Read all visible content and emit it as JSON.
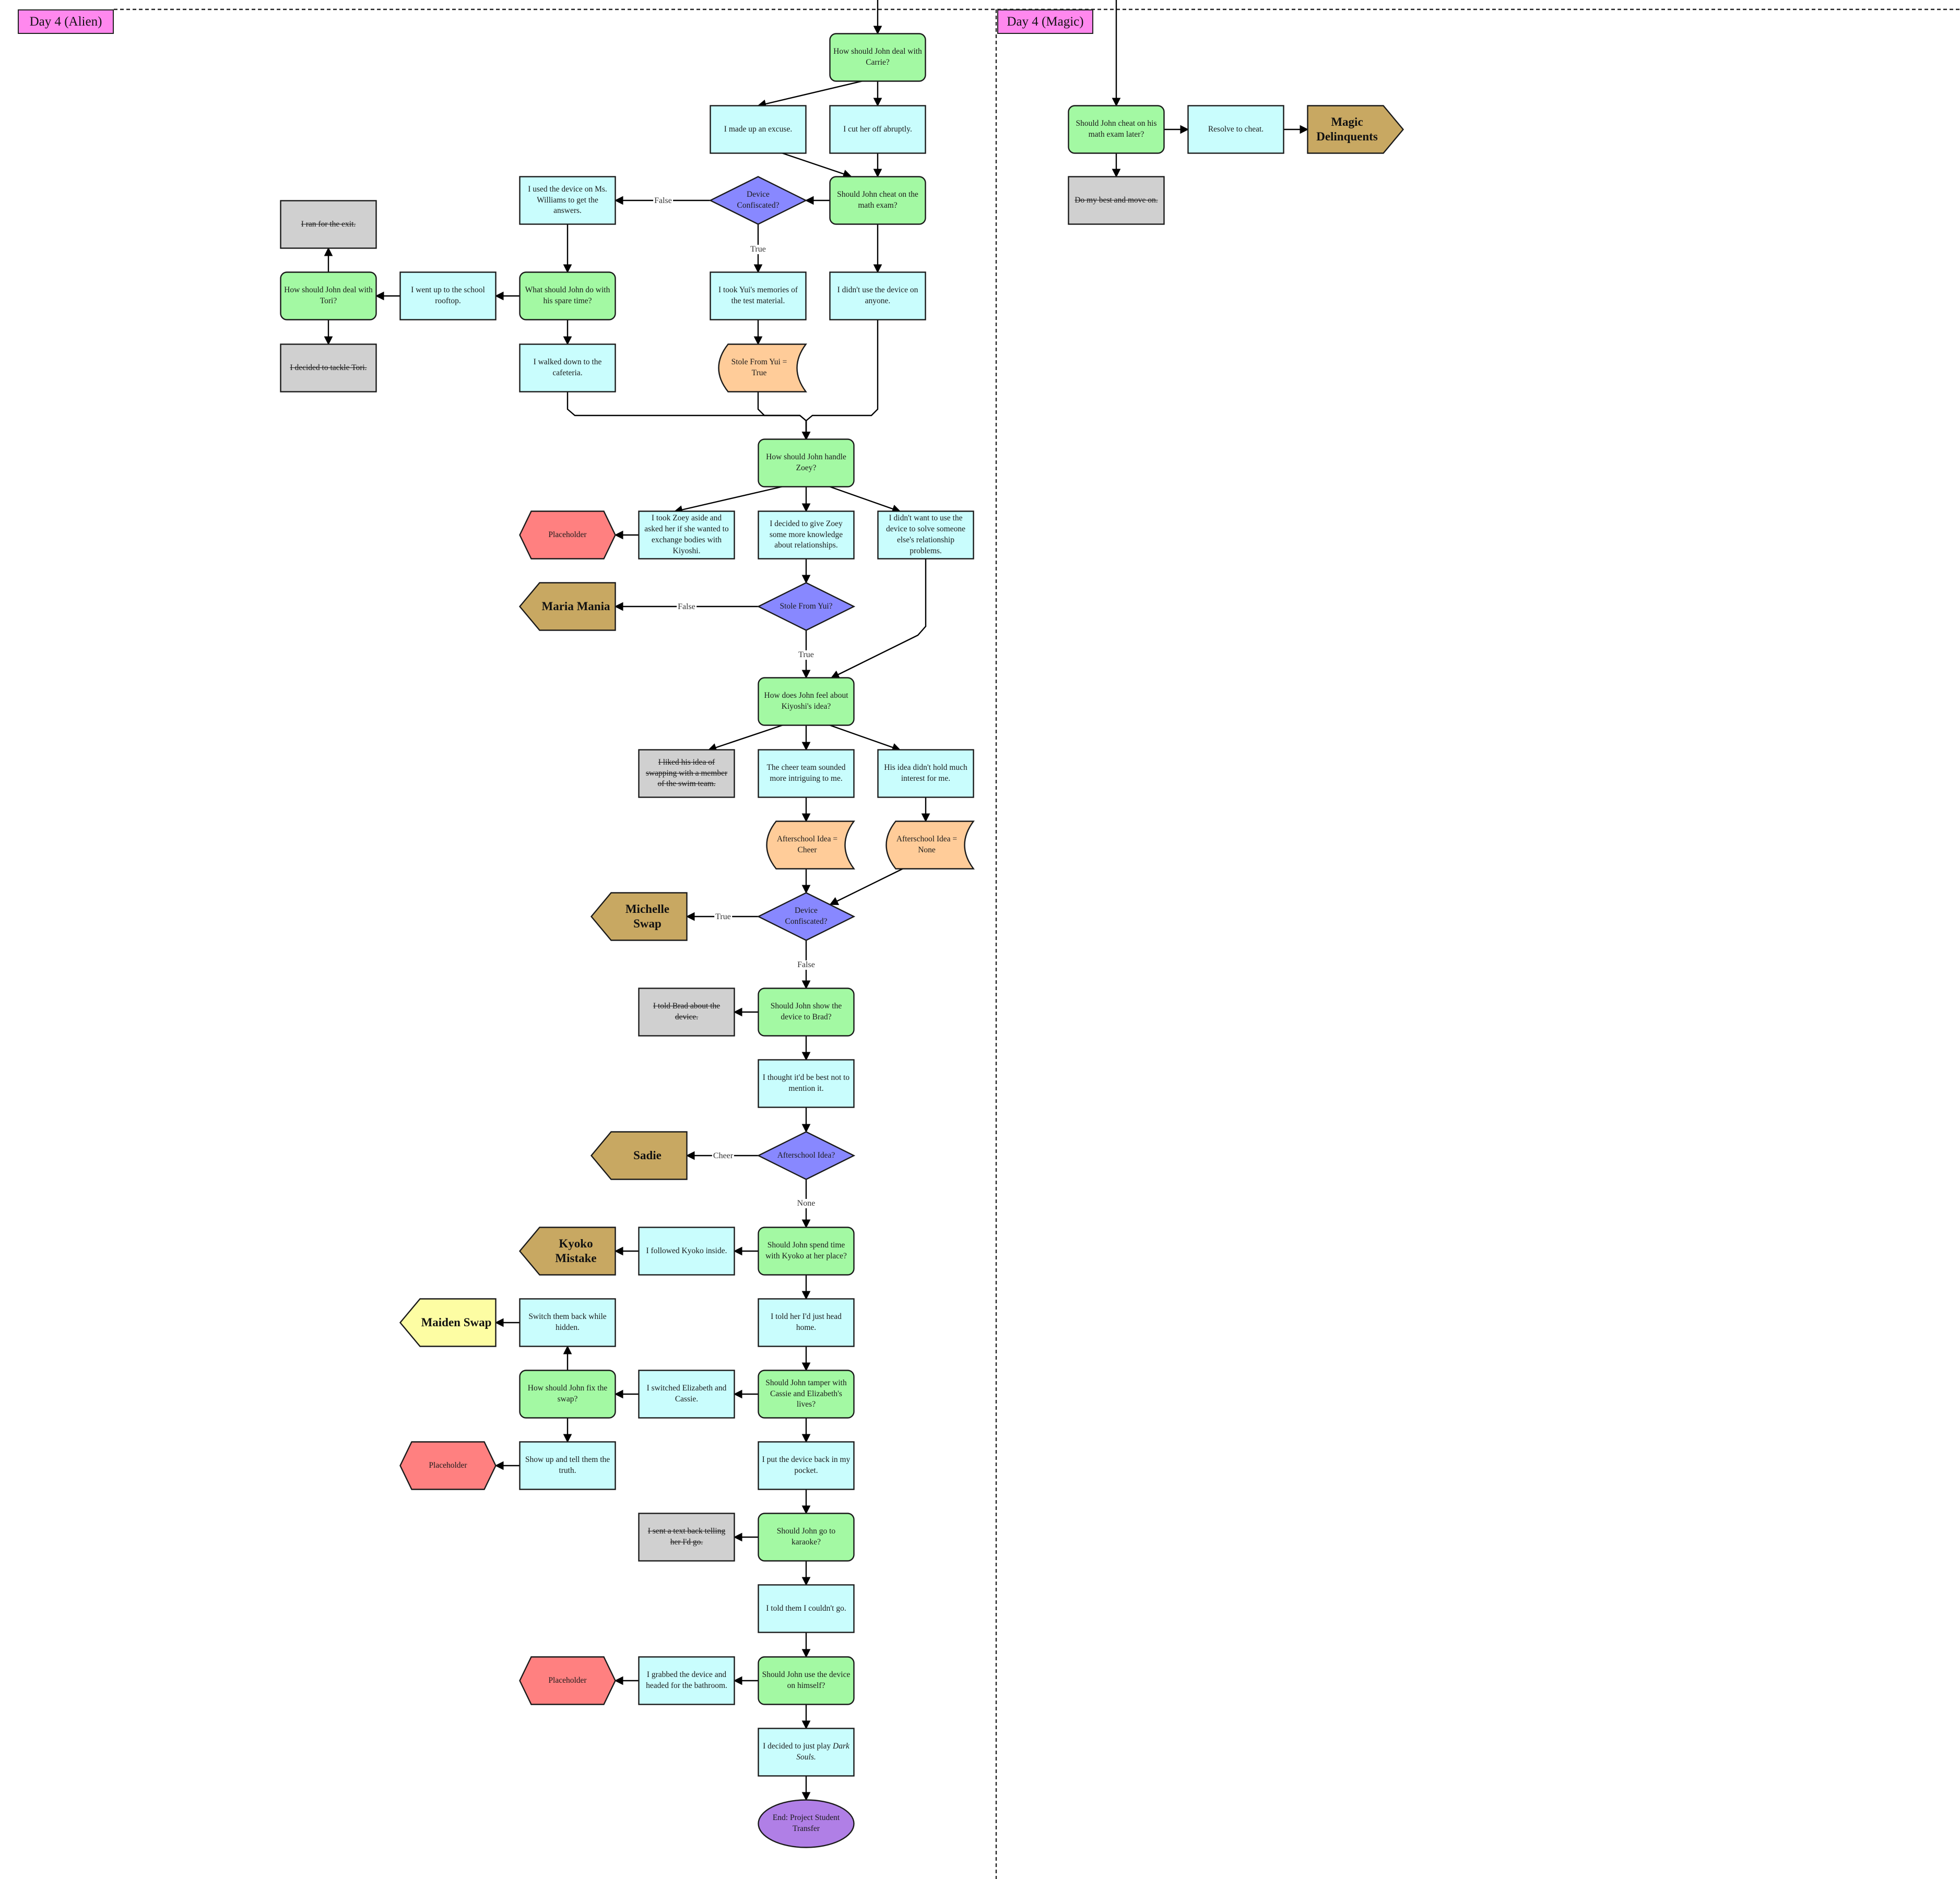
{
  "lanes": [
    {
      "id": "alien",
      "title": "Day 4 (Alien)"
    },
    {
      "id": "magic",
      "title": "Day 4 (Magic)"
    }
  ],
  "colors": {
    "question": "#a3f9a3",
    "choice": "#c9fdfd",
    "decision": "#8888ff",
    "variable": "#ffcc99",
    "route": "#c8a862",
    "placeholder": "#ff8080",
    "maiden": "#fdfda3",
    "disabled": "#d0d0d0",
    "end": "#b07fe6",
    "lane": "#ff88ee"
  },
  "nodes": {
    "q_carrie": {
      "kind": "question",
      "text": "How should John deal with Carrie?"
    },
    "c_excuse": {
      "kind": "choice",
      "text": "I made up an excuse."
    },
    "c_cutoff": {
      "kind": "choice",
      "text": "I cut her off abruptly."
    },
    "q_cheat": {
      "kind": "question",
      "text": "Should John cheat on the math exam?"
    },
    "d_device1": {
      "kind": "decision",
      "text": "Device Confiscated?"
    },
    "c_williams": {
      "kind": "choice",
      "text": "I used the device on Ms. Williams to get the answers."
    },
    "x_ran": {
      "kind": "disabled",
      "text": "I ran for the exit."
    },
    "q_tori": {
      "kind": "question",
      "text": "How should John deal with Tori?"
    },
    "c_rooftop": {
      "kind": "choice",
      "text": "I went up to the school rooftop."
    },
    "q_spare": {
      "kind": "question",
      "text": "What should John do with his spare time?"
    },
    "c_yui": {
      "kind": "choice",
      "text": "I took Yui's memories of the test material."
    },
    "c_nouse": {
      "kind": "choice",
      "text": "I didn't use the device on anyone."
    },
    "x_tackle": {
      "kind": "disabled",
      "text": "I decided to tackle Tori."
    },
    "c_cafeteria": {
      "kind": "choice",
      "text": "I walked down to the cafeteria."
    },
    "v_stole": {
      "kind": "variable",
      "text": "Stole From Yui = True"
    },
    "q_zoey": {
      "kind": "question",
      "text": "How should John handle Zoey?"
    },
    "p_ph1": {
      "kind": "placeholder",
      "text": "Placeholder"
    },
    "c_zoeyaside": {
      "kind": "choice",
      "text": "I took Zoey aside and asked her if she wanted to exchange bodies with Kiyoshi."
    },
    "c_knowledge": {
      "kind": "choice",
      "text": "I decided to give Zoey some more knowledge about relationships."
    },
    "c_notsolve": {
      "kind": "choice",
      "text": "I didn't want to use the device to solve someone else's relationship problems."
    },
    "r_maria": {
      "kind": "route",
      "text": "Maria Mania"
    },
    "d_stole": {
      "kind": "decision",
      "text": "Stole From Yui?"
    },
    "q_kiyoshi": {
      "kind": "question",
      "text": "How does John feel about Kiyoshi's idea?"
    },
    "x_swim": {
      "kind": "disabled",
      "text": "I liked his idea of swapping with a member of the swim team."
    },
    "c_cheer": {
      "kind": "choice",
      "text": "The cheer team sounded more intriguing to me."
    },
    "c_nointerest": {
      "kind": "choice",
      "text": "His idea didn't hold much interest for me."
    },
    "v_cheer": {
      "kind": "variable",
      "text": "Afterschool Idea = Cheer"
    },
    "v_none": {
      "kind": "variable",
      "text": "Afterschool Idea = None"
    },
    "r_michelle": {
      "kind": "route",
      "text": "Michelle Swap"
    },
    "d_device2": {
      "kind": "decision",
      "text": "Device Confiscated?"
    },
    "x_brad": {
      "kind": "disabled",
      "text": "I told Brad about the device."
    },
    "q_brad": {
      "kind": "question",
      "text": "Should John show the device to Brad?"
    },
    "c_mention": {
      "kind": "choice",
      "text": "I thought it'd be best not to mention it."
    },
    "r_sadie": {
      "kind": "route",
      "text": "Sadie"
    },
    "d_after": {
      "kind": "decision",
      "text": "Afterschool Idea?"
    },
    "r_kyoko": {
      "kind": "route",
      "text": "Kyoko Mistake"
    },
    "c_kyokoin": {
      "kind": "choice",
      "text": "I followed Kyoko inside."
    },
    "q_kyoko": {
      "kind": "question",
      "text": "Should John spend time with Kyoko at her place?"
    },
    "r_maiden": {
      "kind": "maiden",
      "text": "Maiden Swap"
    },
    "c_switch": {
      "kind": "choice",
      "text": "Switch them back while hidden."
    },
    "c_home": {
      "kind": "choice",
      "text": "I told her I'd just head home."
    },
    "q_fix": {
      "kind": "question",
      "text": "How should John fix the swap?"
    },
    "c_switched": {
      "kind": "choice",
      "text": "I switched Elizabeth and Cassie."
    },
    "q_tamper": {
      "kind": "question",
      "text": "Should John tamper with Cassie and Elizabeth's lives?"
    },
    "p_ph2": {
      "kind": "placeholder",
      "text": "Placeholder"
    },
    "c_truth": {
      "kind": "choice",
      "text": "Show up and tell them the truth."
    },
    "c_pocket": {
      "kind": "choice",
      "text": "I put the device back in my pocket."
    },
    "x_text": {
      "kind": "disabled",
      "text": "I sent a text back telling her I'd go."
    },
    "q_karaoke": {
      "kind": "question",
      "text": "Should John go to karaoke?"
    },
    "c_couldnt": {
      "kind": "choice",
      "text": "I told them I couldn't go."
    },
    "p_ph3": {
      "kind": "placeholder",
      "text": "Placeholder"
    },
    "c_bathroom": {
      "kind": "choice",
      "text": "I grabbed the device and headed for the bathroom."
    },
    "q_himself": {
      "kind": "question",
      "text": "Should John use the device on himself?"
    },
    "c_darksouls": {
      "kind": "choice",
      "text": "I decided to just play ",
      "italic": "Dark Souls."
    },
    "e_end": {
      "kind": "end",
      "text": "End: Project Student Transfer"
    },
    "q_mathlater": {
      "kind": "question",
      "text": "Should John cheat on his math exam later?"
    },
    "c_resolve": {
      "kind": "choice",
      "text": "Resolve to cheat."
    },
    "r_magic": {
      "kind": "routeRight",
      "text": "Magic Delinquents"
    },
    "x_bestmove": {
      "kind": "disabled",
      "text": "Do my best and move on."
    }
  },
  "edge_labels": {
    "false1": "False",
    "true1": "True",
    "false2": "False",
    "true2": "True",
    "true3": "True",
    "false3": "False",
    "cheer": "Cheer",
    "none": "None"
  }
}
